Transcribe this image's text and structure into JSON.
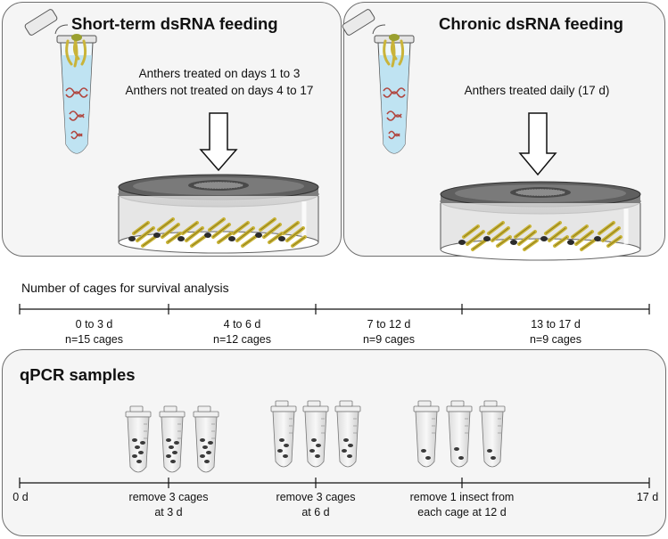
{
  "panels": {
    "short_term": {
      "title": "Short-term dsRNA feeding",
      "line1": "Anthers treated on days 1 to 3",
      "line2": "Anthers not treated on days 4 to 17"
    },
    "chronic": {
      "title": "Chronic dsRNA feeding",
      "line1": "Anthers treated daily (17 d)"
    }
  },
  "survival": {
    "heading": "Number of cages for survival analysis",
    "segments": [
      {
        "period": "0 to 3 d",
        "count": "n=15 cages"
      },
      {
        "period": "4 to 6 d",
        "count": "n=12 cages"
      },
      {
        "period": "7 to 12 d",
        "count": "n=9 cages"
      },
      {
        "period": "13 to 17 d",
        "count": "n=9 cages"
      }
    ]
  },
  "qpcr": {
    "title": "qPCR samples",
    "start_label": "0 d",
    "end_label": "17 d",
    "samples": [
      {
        "line1": "remove 3 cages",
        "line2": "at 3 d"
      },
      {
        "line1": "remove 3 cages",
        "line2": "at 6 d"
      },
      {
        "line1": "remove 1 insect from",
        "line2": "each cage at 12 d"
      }
    ]
  },
  "colors": {
    "panel_border": "#6e6e6e",
    "panel_fill": "#f5f5f5",
    "tube_liquid": "#bfe3f2",
    "dsrna": "#b0463f",
    "anther": "#c9b43a",
    "insect": "#3a3a3a"
  },
  "icons": [
    "microcentrifuge-tube-icon",
    "arrow-down-icon",
    "cage-dish-icon",
    "insect-icon",
    "sample-tube-icon"
  ]
}
